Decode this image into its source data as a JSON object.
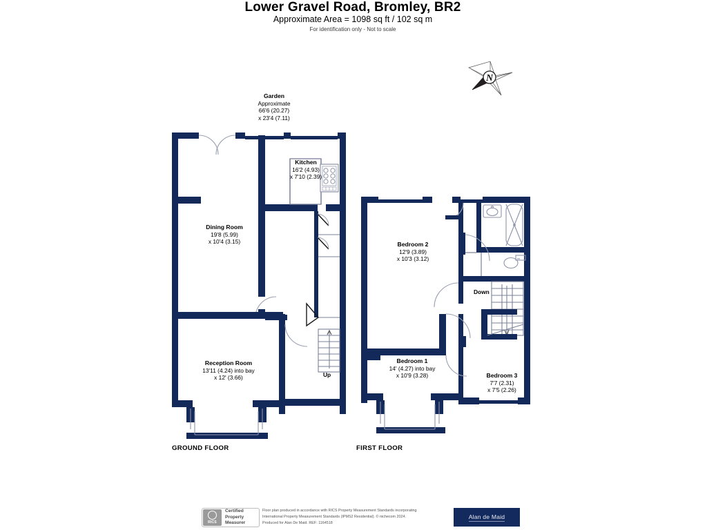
{
  "header": {
    "title": "Lower Gravel Road, Bromley, BR2",
    "area": "Approximate Area = 1098 sq ft / 102 sq m",
    "identification": "For identification only - Not to scale"
  },
  "compass": {
    "north_label": "N"
  },
  "floors": [
    {
      "id": "ground",
      "label": "GROUND FLOOR"
    },
    {
      "id": "first",
      "label": "FIRST FLOOR"
    }
  ],
  "rooms": {
    "garden": {
      "name": "Garden",
      "line1": "Approximate",
      "line2": "66'6 (20.27)",
      "line3": "x 23'4 (7.11)"
    },
    "kitchen": {
      "name": "Kitchen",
      "line1": "16'2 (4.93)",
      "line2": "x 7'10 (2.39)",
      "line3": ""
    },
    "dining": {
      "name": "Dining Room",
      "line1": "19'8 (5.99)",
      "line2": "x 10'4 (3.15)",
      "line3": ""
    },
    "reception": {
      "name": "Reception Room",
      "line1": "13'11 (4.24) into bay",
      "line2": "x 12' (3.66)",
      "line3": ""
    },
    "bedroom2": {
      "name": "Bedroom 2",
      "line1": "12'9 (3.89)",
      "line2": "x 10'3 (3.12)",
      "line3": ""
    },
    "bedroom1": {
      "name": "Bedroom 1",
      "line1": "14' (4.27) into bay",
      "line2": "x 10'9 (3.28)",
      "line3": ""
    },
    "bedroom3": {
      "name": "Bedroom 3",
      "line1": "7'7 (2.31)",
      "line2": "x 7'5 (2.26)",
      "line3": ""
    }
  },
  "stairs": {
    "up": "Up",
    "down": "Down"
  },
  "footer": {
    "rics_line1": "Certified",
    "rics_line2": "Property",
    "rics_line3": "Measurer",
    "rics_mark": "RICS",
    "legal_line1": "Floor plan produced in accordance with RICS Property Measurement Standards incorporating",
    "legal_line2": "International Property Measurement Standards (IPMS2 Residential).   © nichecom 2024.",
    "legal_line3": "Produced for Alan De Maid.    REF: 1164518",
    "agent": "Alan de Maid"
  },
  "colors": {
    "wall": "#12295a",
    "thin_line": "#7a8099",
    "agent_bg": "#132a5e",
    "text": "#000000"
  }
}
